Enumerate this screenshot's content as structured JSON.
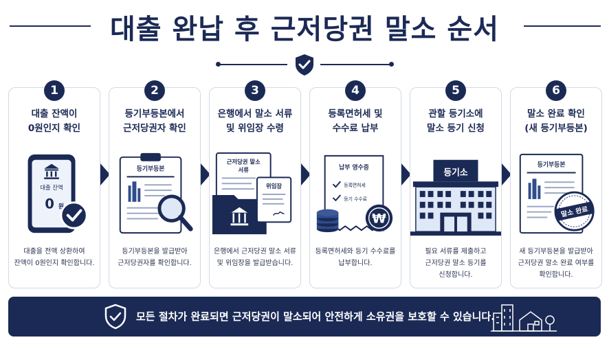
{
  "title": "대출 완납 후 근저당권 말소 순서",
  "steps": [
    {
      "number": "1",
      "title_line1": "대출 잔액이",
      "title_line2": "0원인지 확인",
      "desc_line1": "대출을 전액 상환하여",
      "desc_line2": "잔액이 0원인지 확인합니다.",
      "desc_line3": "",
      "illus_label": "대출 잔액",
      "illus_value": "0",
      "illus_unit": "원",
      "icons": [
        "bank-icon",
        "check-badge-icon"
      ]
    },
    {
      "number": "2",
      "title_line1": "등기부등본에서",
      "title_line2": "근저당권자 확인",
      "desc_line1": "등기부등본을 발급받아",
      "desc_line2": "근저당권자를 확인합니다.",
      "desc_line3": "",
      "illus_label": "등기부등본",
      "icons": [
        "clipboard-icon",
        "magnifier-icon"
      ]
    },
    {
      "number": "3",
      "title_line1": "은행에서 말소 서류",
      "title_line2": "및 위임장 수령",
      "desc_line1": "은행에서 근저당권 말소 서류",
      "desc_line2": "및 위임장을 발급받습니다.",
      "desc_line3": "",
      "illus_doc1_line1": "근저당권 말소",
      "illus_doc1_line2": "서류",
      "illus_doc2": "위임장",
      "icons": [
        "folder-icon",
        "bank-icon"
      ]
    },
    {
      "number": "4",
      "title_line1": "등록면허세 및",
      "title_line2": "수수료 납부",
      "desc_line1": "등록면허세와 등기 수수료를",
      "desc_line2": "납부합니다.",
      "desc_line3": "",
      "illus_receipt_title": "납부 영수증",
      "illus_item1": "등록면허세",
      "illus_item2": "등기 수수료",
      "icons": [
        "receipt-icon",
        "coins-icon",
        "won-coin-icon"
      ]
    },
    {
      "number": "5",
      "title_line1": "관할 등기소에",
      "title_line2": "말소 등기 신청",
      "desc_line1": "필요 서류를 제출하고",
      "desc_line2": "근저당권 말소 등기를",
      "desc_line3": "신청합니다.",
      "illus_sign": "등기소",
      "icons": [
        "registry-building-icon"
      ]
    },
    {
      "number": "6",
      "title_line1": "말소 완료 확인",
      "title_line2": "(새 등기부등본)",
      "desc_line1": "새 등기부등본을 발급받아",
      "desc_line2": "근저당권 말소 완료 여부를",
      "desc_line3": "확인합니다.",
      "illus_label": "등기부등본",
      "illus_stamp": "말소 완료",
      "icons": [
        "document-icon",
        "stamp-icon"
      ]
    }
  ],
  "footer": {
    "text": "모든 절차가 완료되면 근저당권이 말소되어 안전하게 소유권을 보호할 수 있습니다.",
    "icons": [
      "shield-check-icon",
      "city-house-icon"
    ]
  },
  "colors": {
    "navy": "#1b2a55",
    "light_blue": "#dfe8f6",
    "accent_blue": "#2f4d8c",
    "border": "#d2d8e4"
  }
}
